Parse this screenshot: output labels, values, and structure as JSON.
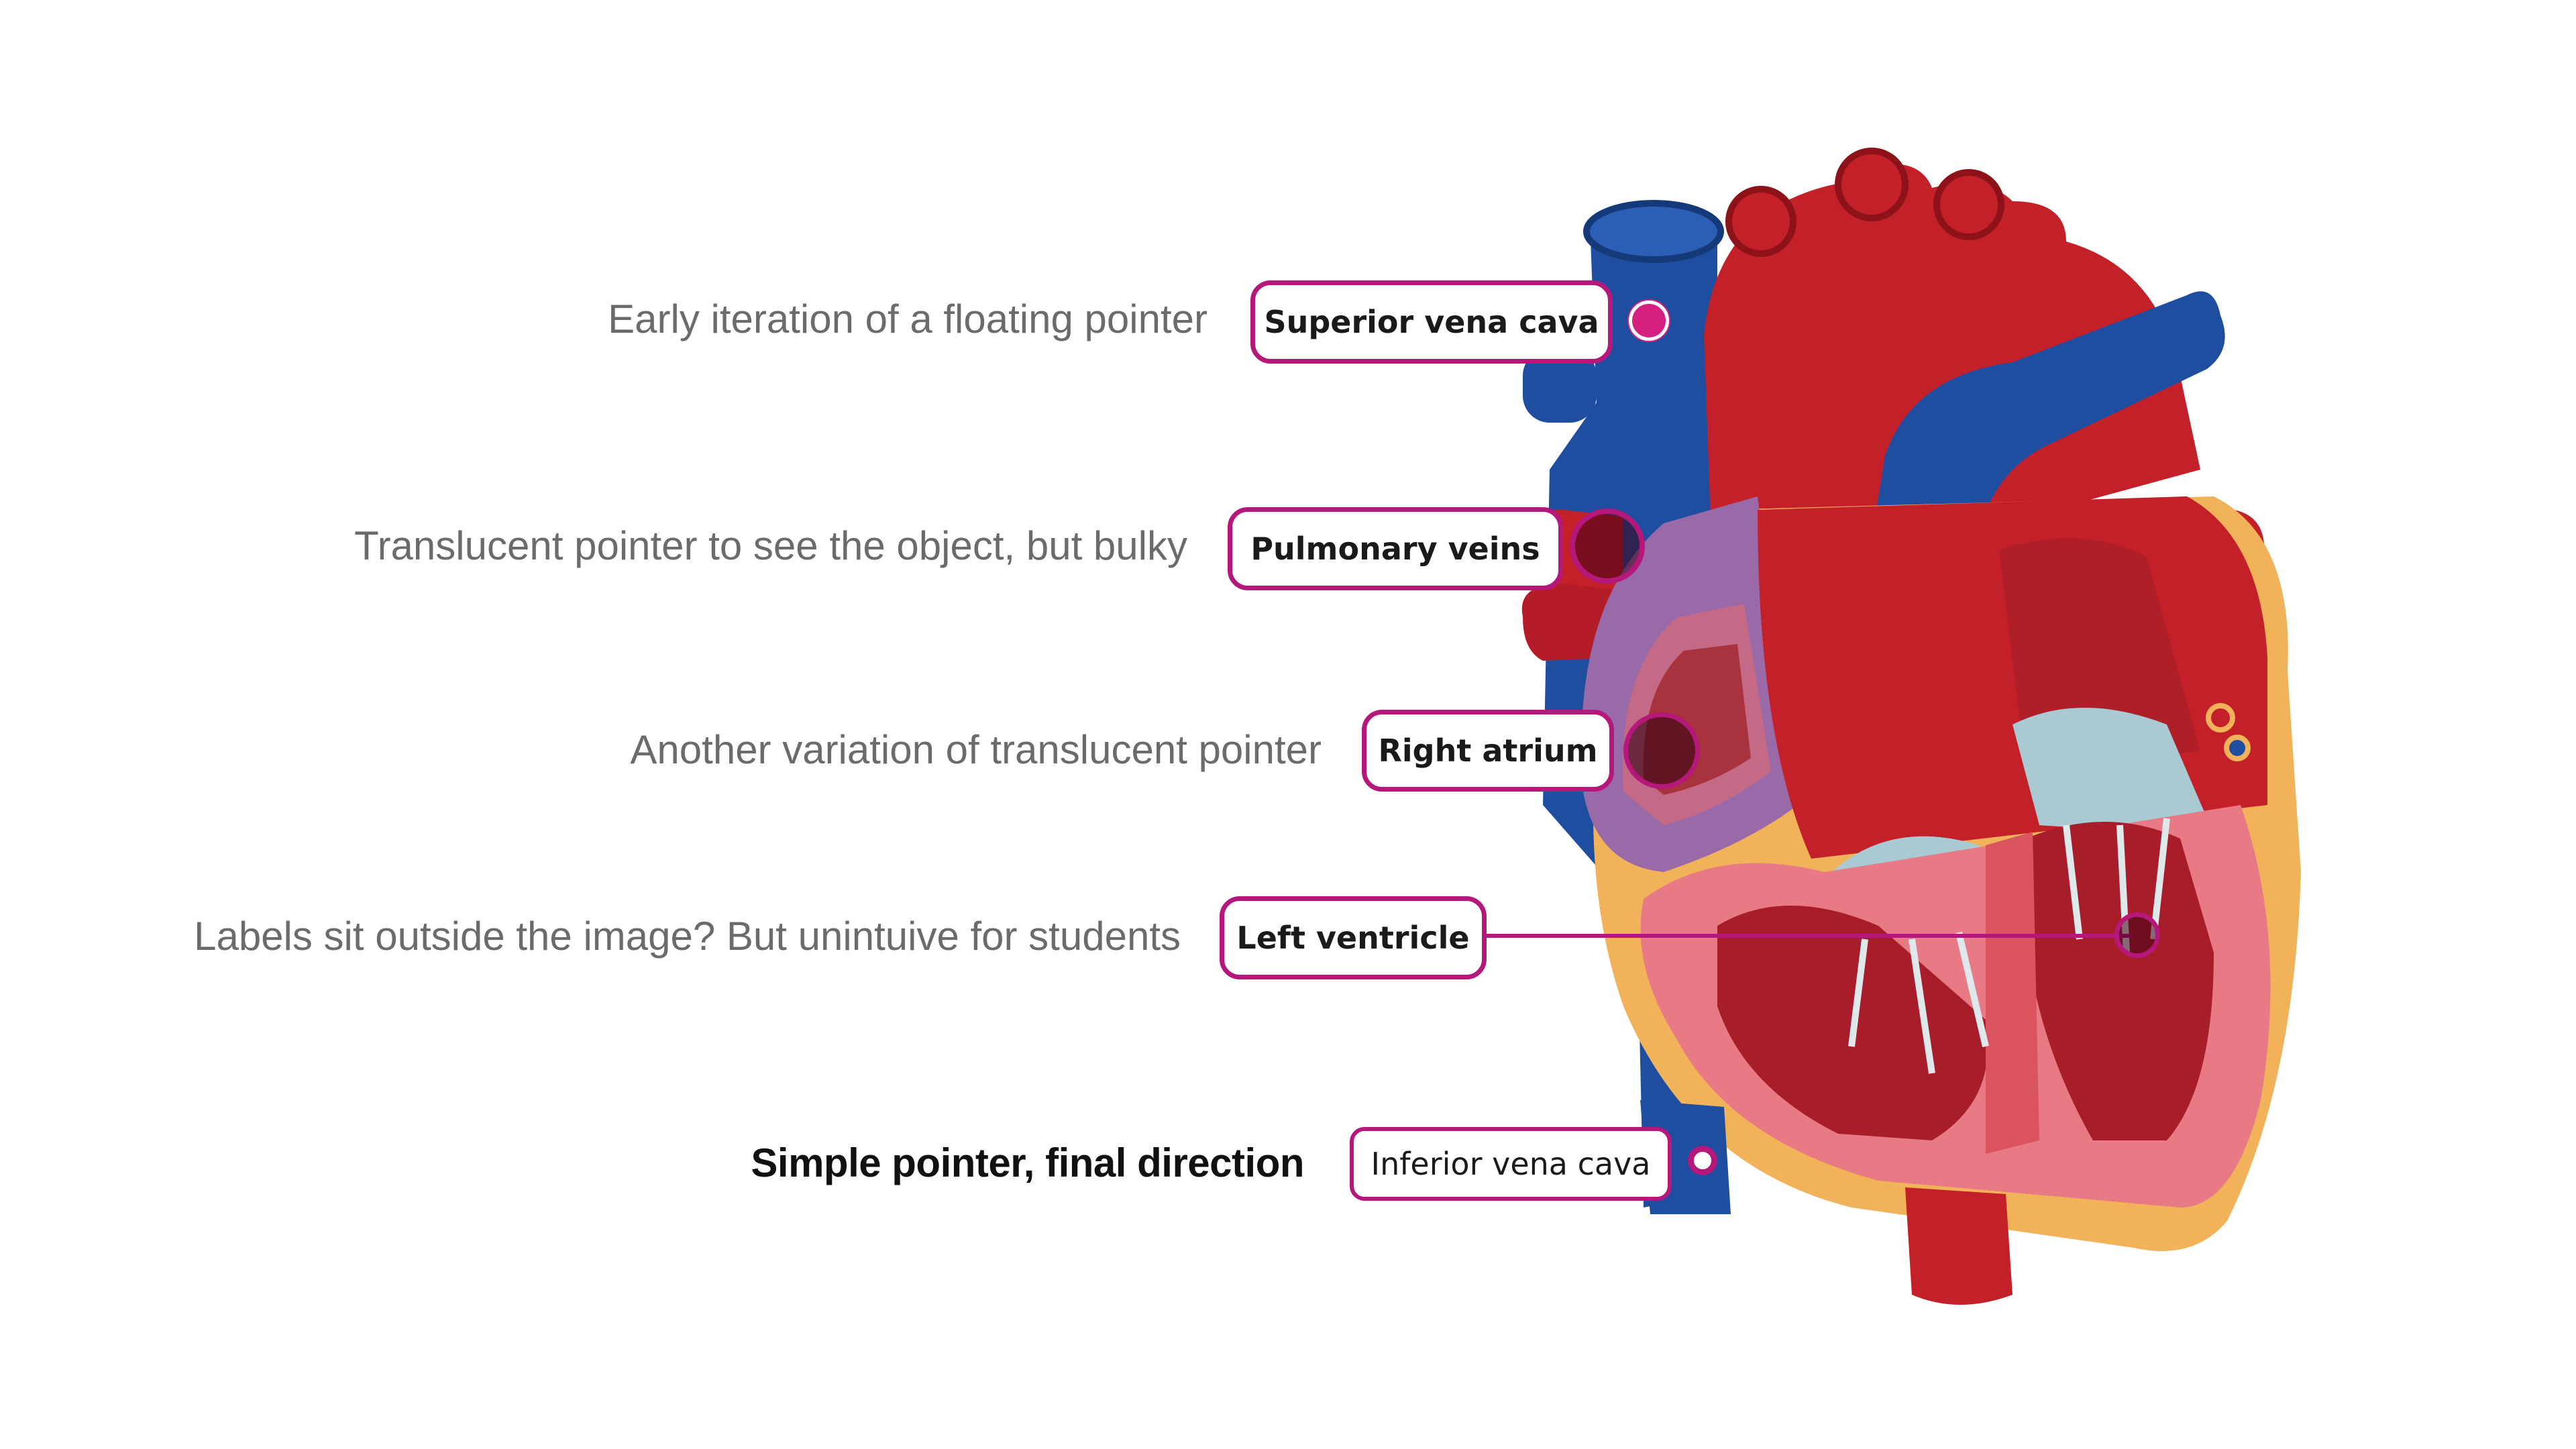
{
  "colors": {
    "accent": "#b5177a",
    "artery_red": "#c4202a",
    "vein_blue": "#1f4ea0",
    "muscle_pink": "#e87a86",
    "valve_blue": "#a9c9d3",
    "fat_yellow": "#f2b25a"
  },
  "rows": [
    {
      "caption": "Early iteration of a floating pointer",
      "label": "Superior vena cava",
      "pointer": "solid-dot"
    },
    {
      "caption": "Translucent pointer to see the object, but bulky",
      "label": "Pulmonary veins",
      "pointer": "translucent-ring-large"
    },
    {
      "caption": "Another variation of translucent pointer",
      "label": "Right atrium",
      "pointer": "translucent-ring"
    },
    {
      "caption": "Labels sit outside the image? But unintuive for students",
      "label": "Left ventricle",
      "pointer": "leader-line-ring"
    },
    {
      "caption": "Simple pointer, final direction",
      "label": "Inferior vena cava",
      "pointer": "small-ring-dot"
    }
  ]
}
